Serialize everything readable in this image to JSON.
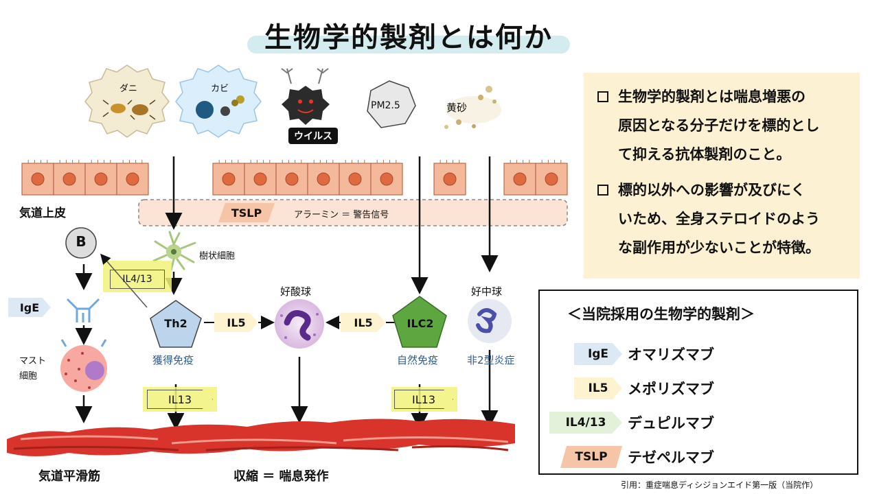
{
  "title": "生物学的製剤とは何か",
  "triggers": {
    "mite": "ダニ",
    "mold": "カビ",
    "virus": "ウイルス",
    "pm25": "PM2.5",
    "yellow_sand": "黄砂"
  },
  "epithelium_label": "気道上皮",
  "tslp_bar": {
    "tag": "TSLP",
    "text": "アラーミン ＝ 警告信号"
  },
  "cells": {
    "b_cell": "B",
    "dendritic": "樹状細胞",
    "th2": "Th2",
    "th2_sub": "獲得免疫",
    "eosinophil": "好酸球",
    "ilc2": "ILC2",
    "ilc2_sub": "自然免疫",
    "neutrophil": "好中球",
    "neutrophil_sub": "非2型炎症",
    "mast": [
      "マスト",
      "細胞"
    ]
  },
  "cytokines": {
    "il413": "IL4/13",
    "ige": "IgE",
    "il5_left": "IL5",
    "il5_right": "IL5",
    "il13_left": "IL13",
    "il13_right": "IL13"
  },
  "bottom": {
    "smooth_muscle": "気道平滑筋",
    "contraction": "収縮 ＝ 喘息発作"
  },
  "info": [
    "生物学的製剤とは喘息増悪の原因となる分子だけを標的として抑える抗体製剤のこと。",
    "標的以外への影響が及びにくいため、全身ステロイドのような副作用が少ないことが特徴。"
  ],
  "info_lines": [
    [
      "生物学的製剤とは喘息増悪の",
      "原因となる分子だけを標的とし",
      "て抑える抗体製剤のこと。"
    ],
    [
      "標的以外への影響が及びにく",
      "いため、全身ステロイドのよう",
      "な副作用が少ないことが特徴。"
    ]
  ],
  "drugs": {
    "title": "＜当院採用の生物学的製剤＞",
    "items": [
      {
        "tag": "IgE",
        "name": "オマリズマブ",
        "color": "#dce9f5"
      },
      {
        "tag": "IL5",
        "name": "メポリズマブ",
        "color": "#fdf3d1"
      },
      {
        "tag": "IL4/13",
        "name": "デュピルマブ",
        "color": "#e3f0da"
      },
      {
        "tag": "TSLP",
        "name": "テゼペルマブ",
        "color": "#f6c4a6"
      }
    ]
  },
  "citation": "引用：重症喘息ディシジョンエイド第一版（当院作）",
  "colors": {
    "epithelium": "#f4b89a",
    "muscle": "#d9342b",
    "highlight": "#f2f27a",
    "th2": "#bcd4ec",
    "ilc2": "#5ea640",
    "info_bg": "#fdf1d4"
  }
}
